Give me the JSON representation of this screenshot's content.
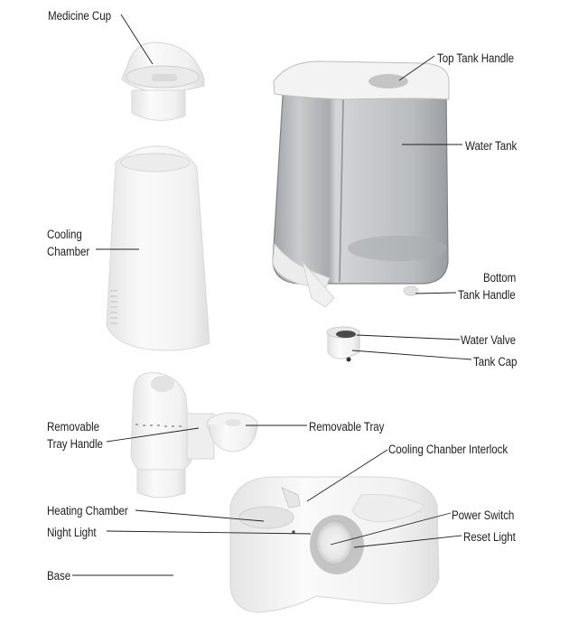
{
  "diagram": {
    "subject": "Humidifier exploded parts view",
    "parts": [
      {
        "id": "medicine_cup",
        "label": "Medicine Cup"
      },
      {
        "id": "top_tank_handle",
        "label": "Top Tank Handle"
      },
      {
        "id": "water_tank",
        "label": "Water Tank"
      },
      {
        "id": "cooling_chamber",
        "label_line1": "Cooling",
        "label_line2": "Chamber"
      },
      {
        "id": "bottom_tank_handle",
        "label_line1": "Bottom",
        "label_line2": "Tank Handle"
      },
      {
        "id": "water_valve",
        "label": "Water Valve"
      },
      {
        "id": "tank_cap",
        "label": "Tank Cap"
      },
      {
        "id": "removable_tray_handle",
        "label_line1": "Removable",
        "label_line2": "Tray Handle"
      },
      {
        "id": "removable_tray",
        "label": "Removable Tray"
      },
      {
        "id": "cooling_chamber_interlock",
        "label": "Cooling Chanber Interlock"
      },
      {
        "id": "heating_chamber",
        "label": "Heating Chamber"
      },
      {
        "id": "power_switch",
        "label": "Power Switch"
      },
      {
        "id": "night_light",
        "label": "Night Light"
      },
      {
        "id": "reset_light",
        "label": "Reset Light"
      },
      {
        "id": "base",
        "label": "Base"
      }
    ]
  },
  "colors": {
    "text": "#231f20",
    "leader_line": "#231f20",
    "plastic_white": "#f4f4f4",
    "plastic_shade": "#dcdcdc",
    "tank_tint": "#b9bcbf",
    "tank_edge": "#7d8185"
  }
}
